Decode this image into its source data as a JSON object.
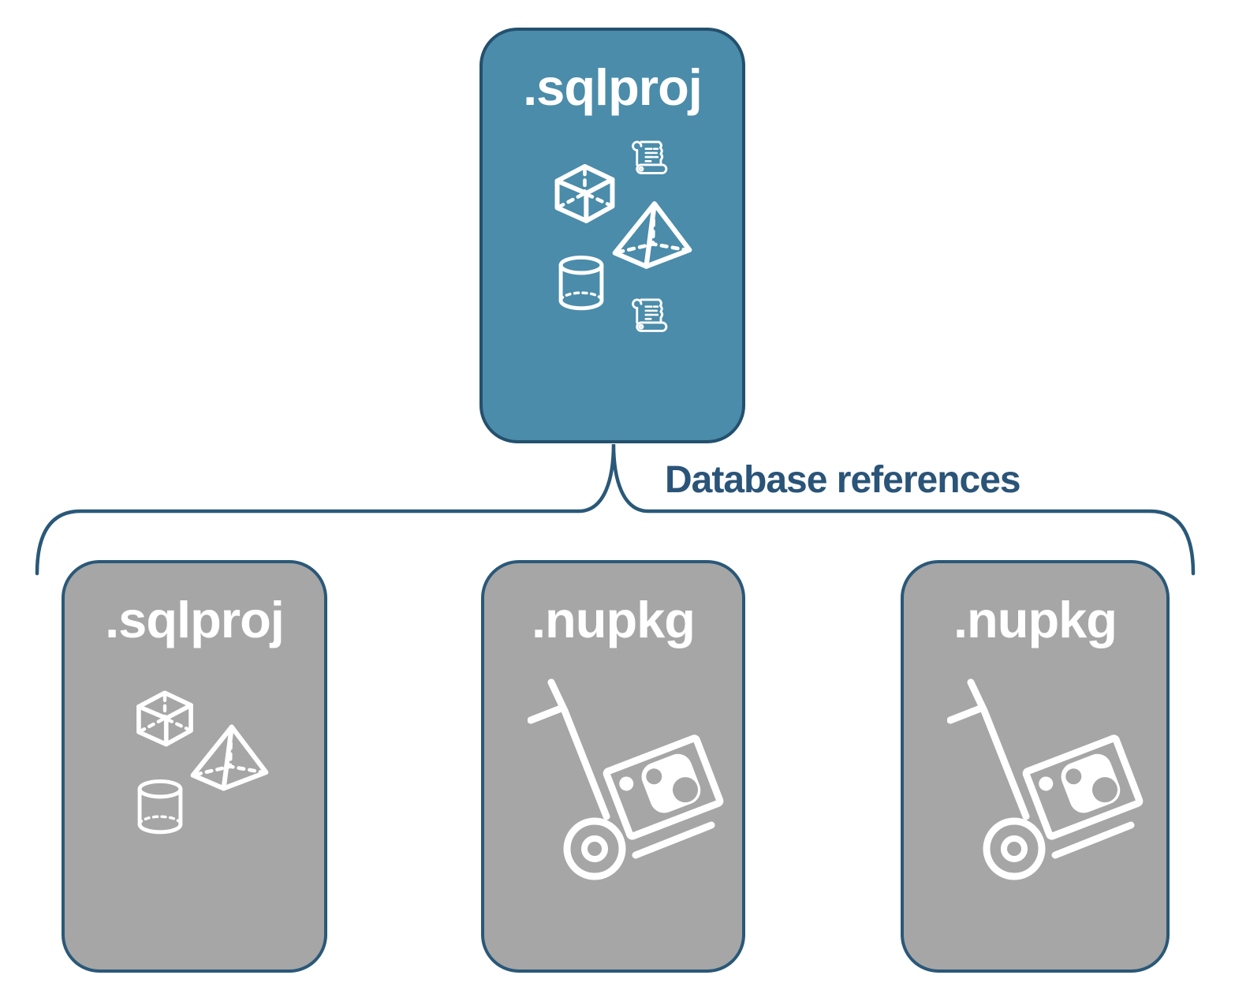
{
  "diagram": {
    "top_card": {
      "title": ".sqlproj",
      "icons": [
        "scroll-icon",
        "cube-icon",
        "pyramid-icon",
        "cylinder-icon",
        "scroll-icon"
      ]
    },
    "connector": {
      "type": "brace",
      "label": "Database references"
    },
    "bottom_cards": [
      {
        "title": ".sqlproj",
        "icons": [
          "cube-icon",
          "pyramid-icon",
          "cylinder-icon"
        ]
      },
      {
        "title": ".nupkg",
        "icons": [
          "nuget-package-dolly-icon"
        ]
      },
      {
        "title": ".nupkg",
        "icons": [
          "nuget-package-dolly-icon"
        ]
      }
    ],
    "colors": {
      "highlight_card_fill": "#4A8CAA",
      "highlight_card_border": "#24506E",
      "gray_card_fill": "#A6A6A6",
      "gray_card_border": "#2A5878",
      "brace_stroke": "#2A5878",
      "label_text": "#2A5478",
      "icon_stroke": "#FFFFFF"
    }
  }
}
